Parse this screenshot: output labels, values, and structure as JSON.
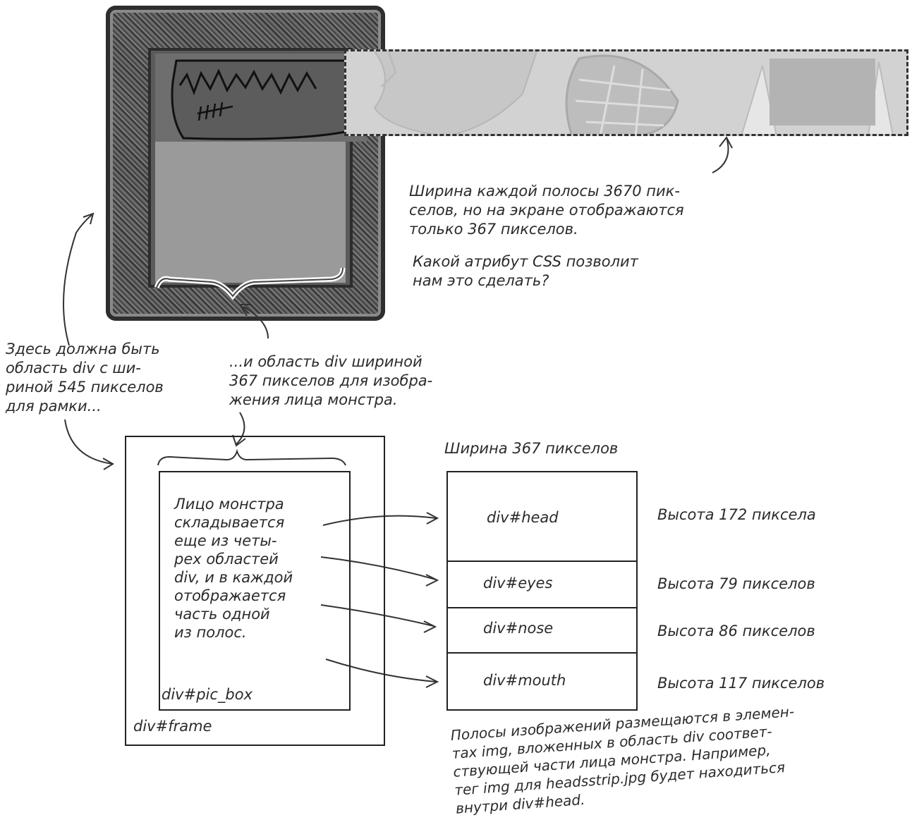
{
  "top": {
    "strip_note": [
      "Ширина каждой полосы 3670 пик-",
      "селов, но на экране отображаются",
      "только 367 пикселов."
    ],
    "question": [
      "Какой атрибут CSS позволит",
      "нам это сделать?"
    ],
    "frame_note": [
      "Здесь должна быть",
      "область div с ши-",
      "риной 545 пикселов",
      "для рамки..."
    ],
    "picbox_note": [
      "...и область div шириной",
      "367 пикселов для изобра-",
      "жения лица монстра."
    ]
  },
  "diagram": {
    "frame_label": "div#frame",
    "picbox_label": "div#pic_box",
    "inner_note": [
      "Лицо монстра",
      "складывается",
      "еще из четы-",
      "рех областей",
      "div, и в каждой",
      "отображается",
      "часть одной",
      "из полос."
    ],
    "width_label": "Ширина 367 пикселов",
    "rows": [
      {
        "name": "div#head",
        "height_label": "Высота 172 пиксела"
      },
      {
        "name": "div#eyes",
        "height_label": "Высота 79 пикселов"
      },
      {
        "name": "div#nose",
        "height_label": "Высота 86 пикселов"
      },
      {
        "name": "div#mouth",
        "height_label": "Высота 117 пикселов"
      }
    ],
    "bottom_note": [
      "Полосы изображений размещаются в элемен-",
      "тах img, вложенных в область div соответ-",
      "ствующей части лица монстра. Например,",
      "тег img для headsstrip.jpg будет находиться",
      "внутри div#head."
    ]
  },
  "colors": {
    "frame_dark": "#3e3e3e",
    "frame_mid": "#6b6b6b",
    "strip_gray": "#c8c8c8",
    "face_gray": "#9a9a9a"
  }
}
